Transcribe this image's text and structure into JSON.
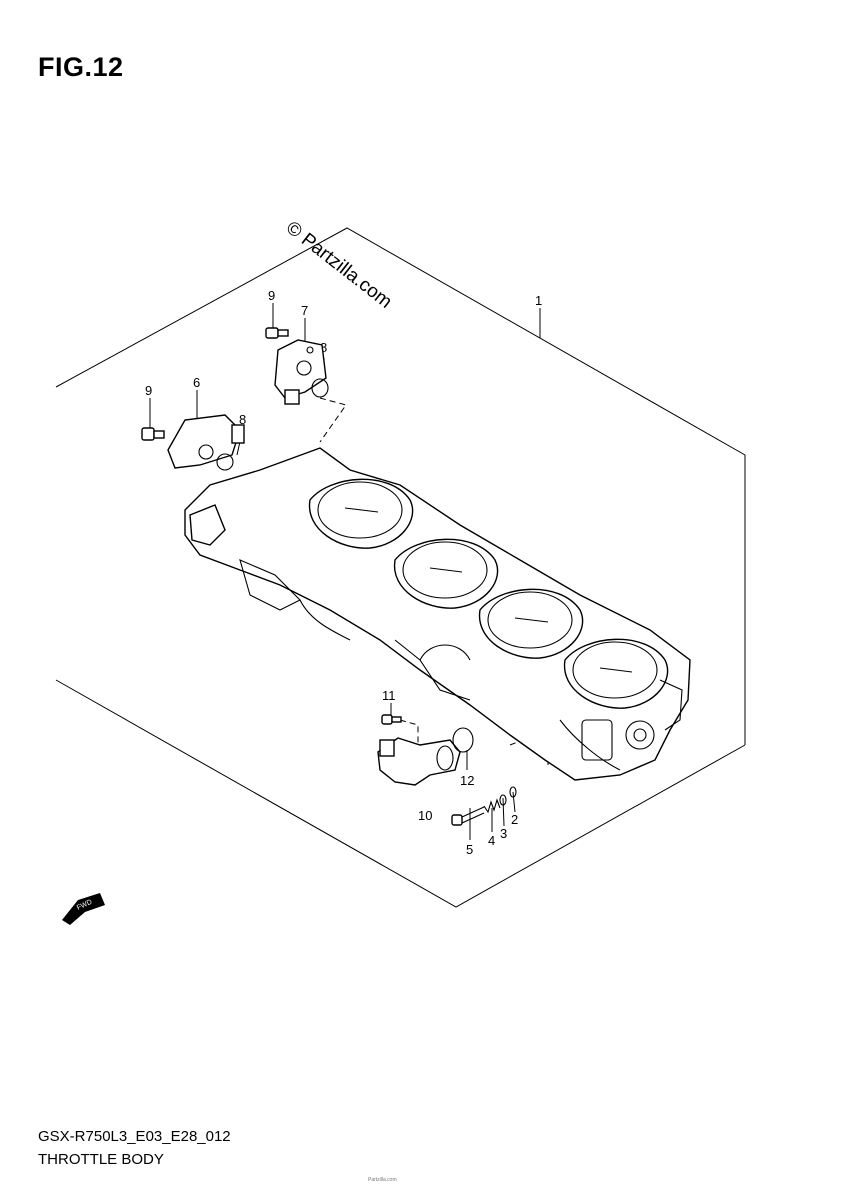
{
  "header": {
    "fig_label": "FIG.12"
  },
  "watermark": {
    "text": "© Partzilla.com"
  },
  "callouts": {
    "c1": "1",
    "c2": "2",
    "c3": "3",
    "c4": "4",
    "c5": "5",
    "c6": "6",
    "c7": "7",
    "c8a": "8",
    "c8b": "8",
    "c9a": "9",
    "c9b": "9",
    "c10": "10",
    "c11": "11",
    "c12": "12"
  },
  "fwd_badge": {
    "text": "FWD",
    "icon": "fwd-arrow-icon"
  },
  "footer": {
    "model_code": "GSX-R750L3_E03_E28_012",
    "diagram_name": "THROTTLE BODY",
    "fine_print": "Partzilla.com"
  }
}
